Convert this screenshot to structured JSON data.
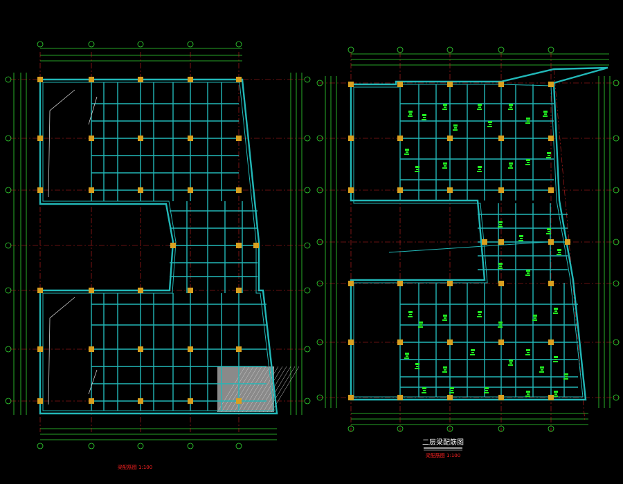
{
  "drawing": {
    "background": "#000000",
    "colors": {
      "wall": "#22b8b8",
      "beam": "#22b8b8",
      "axis": "#cc2222",
      "dimension": "#33dd33",
      "column": "#d9a020",
      "rebar": "#22ee22",
      "hatch": "#bfbfbf",
      "title_text": "#ffffff",
      "scale_text": "#ff2222"
    },
    "left_sheet": {
      "title": "",
      "scale_note": "梁配筋图 1:100"
    },
    "right_sheet": {
      "title": "二层梁配筋图",
      "scale_note": "梁配筋图 1:100"
    }
  }
}
